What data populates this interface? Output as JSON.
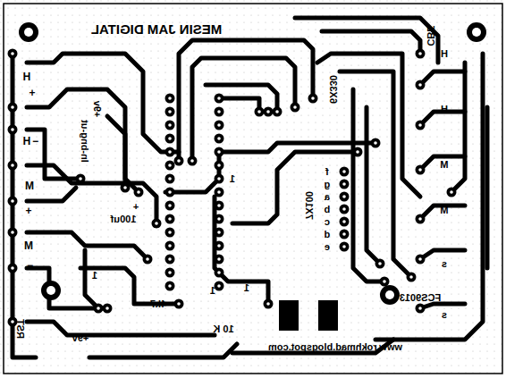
{
  "diagram": {
    "title": "MESIN JAM DIGITAL",
    "labels": [
      "CBE",
      "H",
      "H",
      "+",
      "H",
      "−",
      "M",
      "+",
      "M",
      "−",
      "RST",
      "+9v",
      "+9v",
      "In-bng-ut",
      "100uf",
      "+",
      "4k7",
      "10 K",
      "1",
      "1",
      "1",
      "1",
      "6X330",
      "7X100",
      "f",
      "g",
      "a",
      "b",
      "c",
      "d",
      "e",
      "H",
      "M",
      "M",
      "s",
      "s",
      "FCS9013",
      "www.rokhmad.blogspot.com"
    ]
  }
}
